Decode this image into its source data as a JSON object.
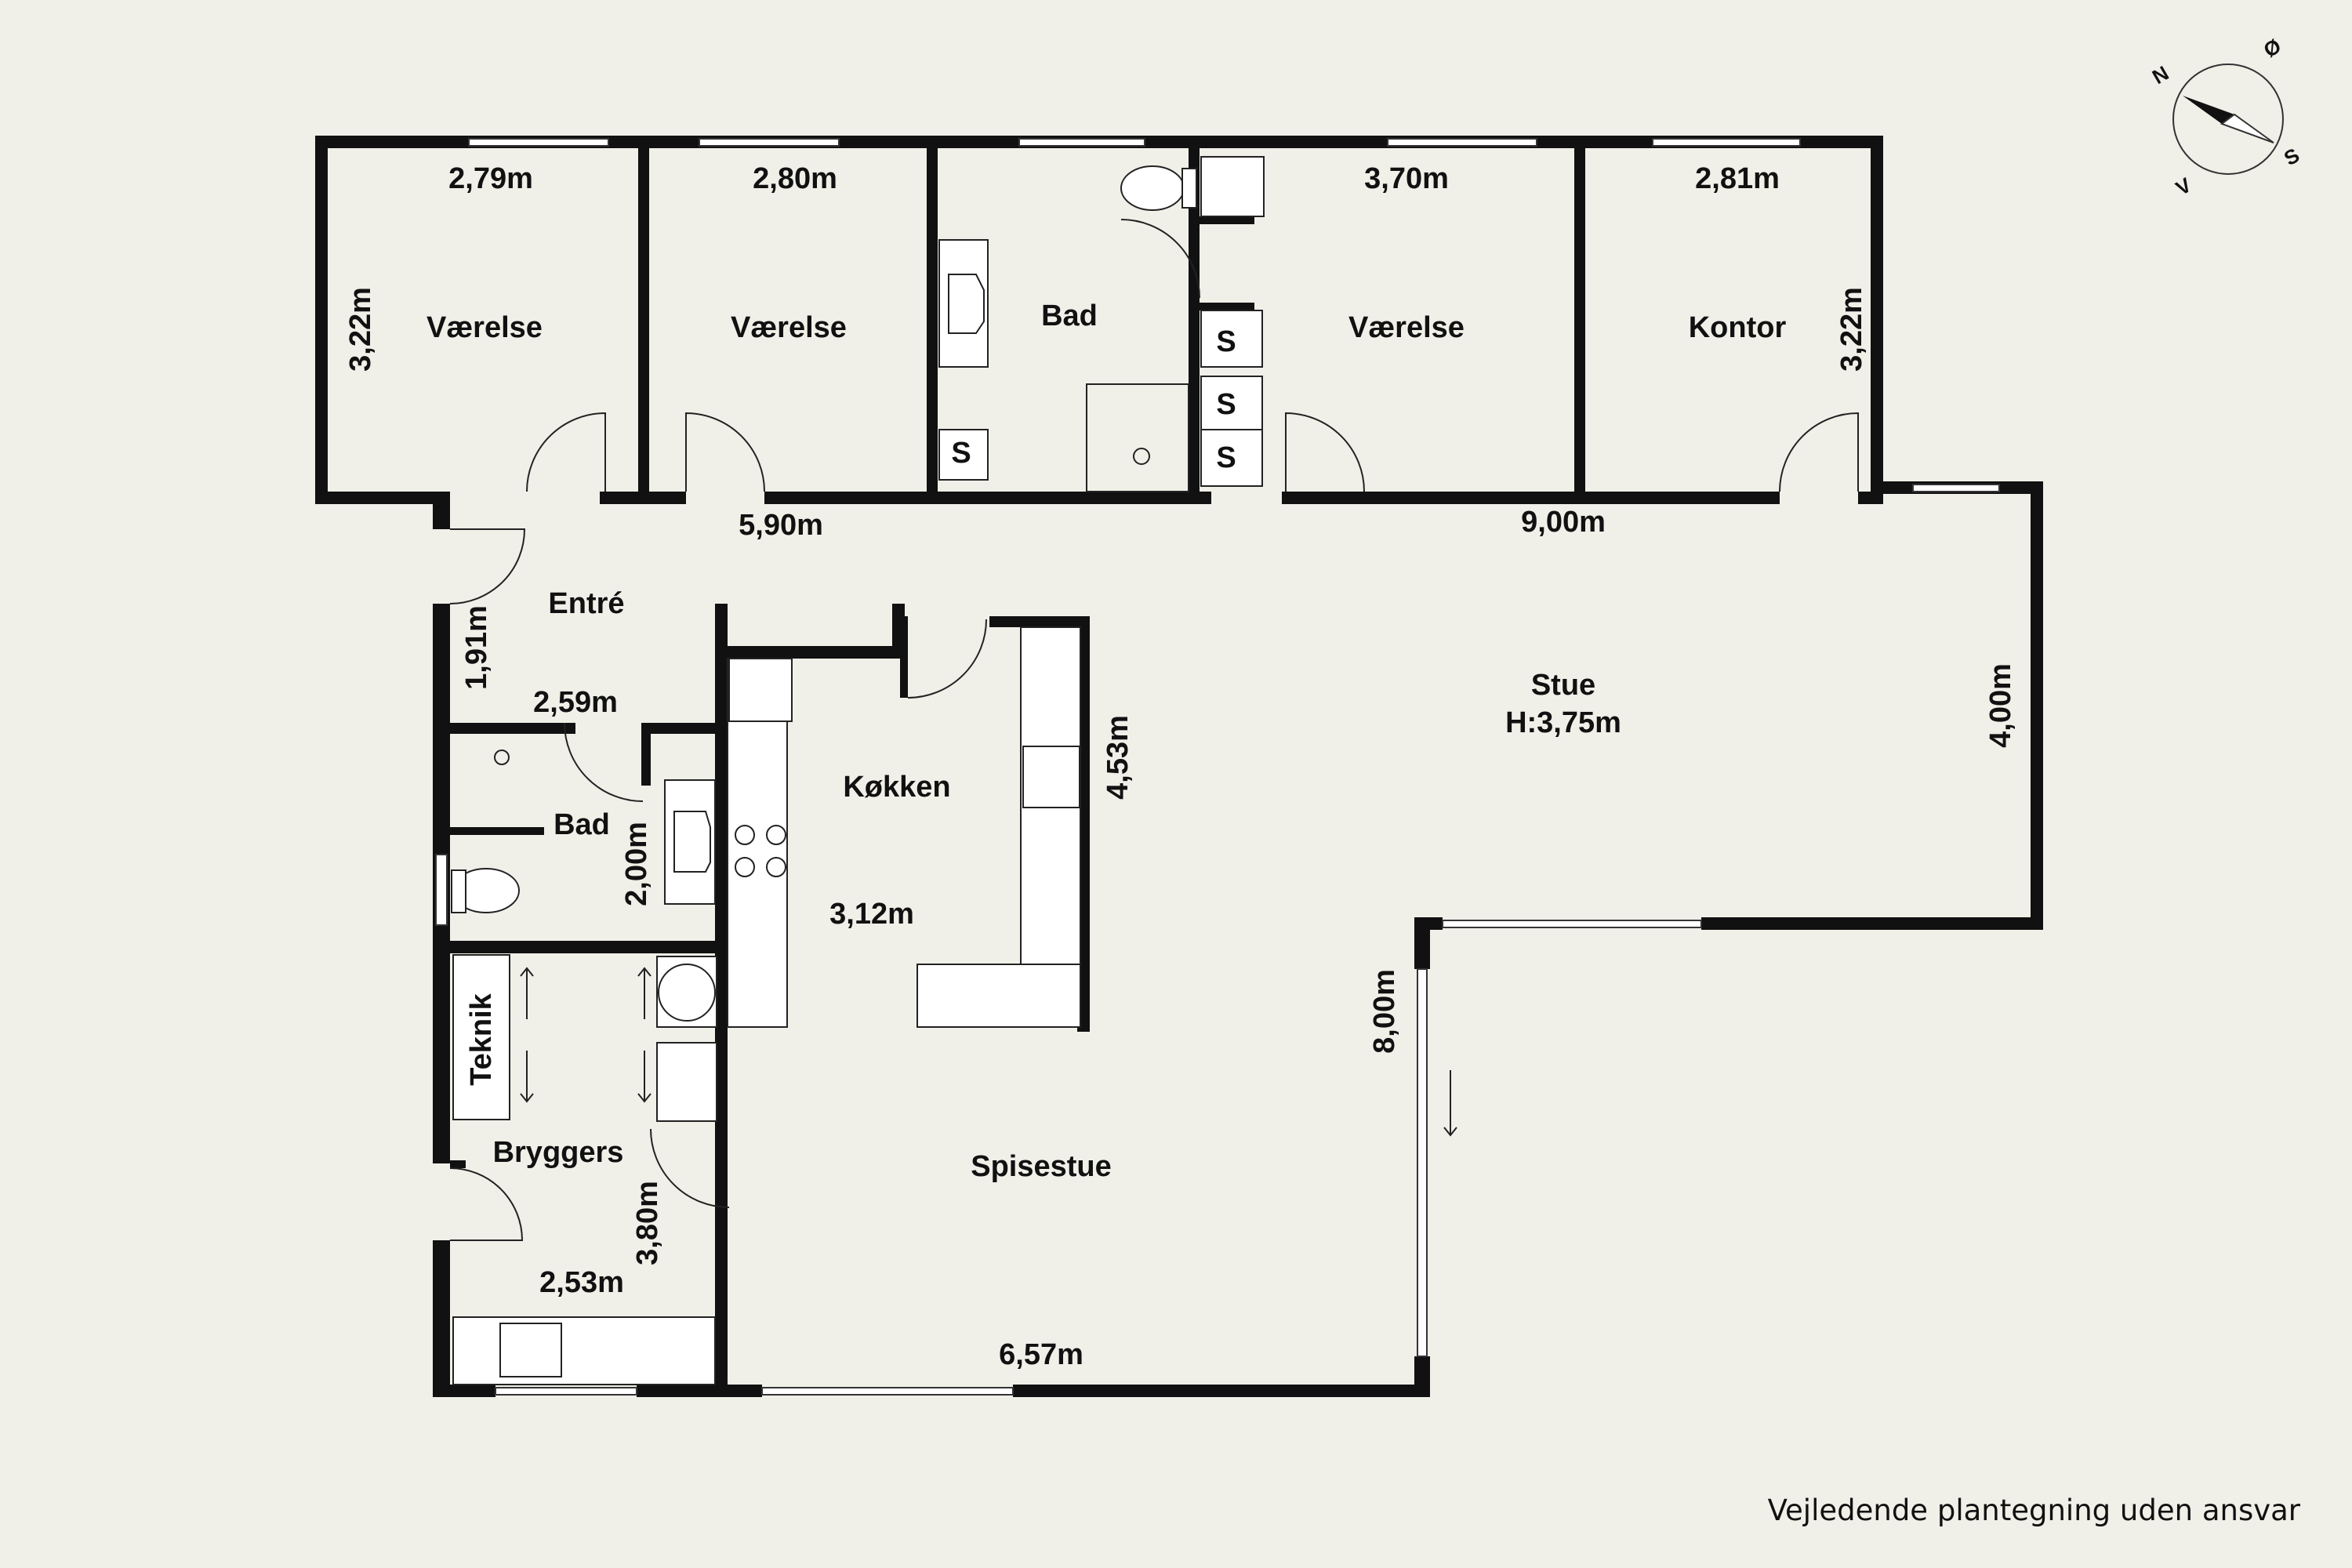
{
  "rooms": {
    "vaerelse1": "Værelse",
    "vaerelse2": "Værelse",
    "bad1": "Bad",
    "vaerelse3": "Værelse",
    "kontor": "Kontor",
    "entre": "Entré",
    "koekken": "Køkken",
    "stue": "Stue",
    "stue_height": "H:3,75m",
    "bad2": "Bad",
    "teknik": "Teknik",
    "bryggers": "Bryggers",
    "spisestue": "Spisestue"
  },
  "dimensions": {
    "d_279": "2,79m",
    "d_280": "2,80m",
    "d_370": "3,70m",
    "d_281": "2,81m",
    "d_322_left": "3,22m",
    "d_322_right": "3,22m",
    "d_590": "5,90m",
    "d_900": "9,00m",
    "d_191": "1,91m",
    "d_259": "2,59m",
    "d_453": "4,53m",
    "d_400": "4,00m",
    "d_200": "2,00m",
    "d_312": "3,12m",
    "d_800": "8,00m",
    "d_380": "3,80m",
    "d_253": "2,53m",
    "d_657": "6,57m"
  },
  "closet_marks": [
    "S",
    "S",
    "S",
    "S"
  ],
  "compass": {
    "n": "N",
    "o": "Ø",
    "s": "S",
    "v": "V"
  },
  "disclaimer": "Vejledende plantegning uden ansvar",
  "colors": {
    "background": "#f0efe8",
    "wall": "#111111"
  }
}
